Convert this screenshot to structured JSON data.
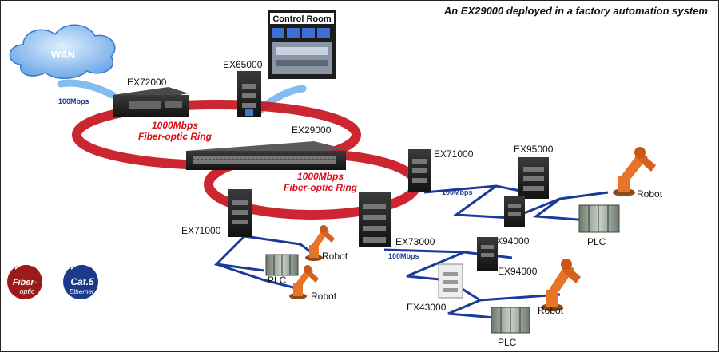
{
  "title": "An EX29000 deployed in a factory automation system",
  "wan_label": "WAN",
  "control_room_label": "Control Room",
  "devices": {
    "ex72000": "EX72000",
    "ex65000": "EX65000",
    "ex29000": "EX29000",
    "ex71000_right": "EX71000",
    "ex71000_left": "EX71000",
    "ex73000": "EX73000",
    "ex95000": "EX95000",
    "ex94000_upper": "EX94000",
    "ex94000_lower": "EX94000",
    "ex43000": "EX43000"
  },
  "links": {
    "wan_speed": "100Mbps",
    "ring1_speed": "1000Mbps",
    "ring1_type": "Fiber-optic Ring",
    "ring2_speed": "1000Mbps",
    "ring2_type": "Fiber-optic Ring",
    "ex71000_speed": "100Mbps",
    "ex73000_speed": "100Mbps"
  },
  "endpoints": {
    "robot_right": "Robot",
    "plc_right": "PLC",
    "robot_left_top": "Robot",
    "plc_left": "PLC",
    "robot_left_bottom": "Robot",
    "robot_bottom": "Robot",
    "plc_bottom": "PLC"
  },
  "legend": {
    "fiber_line1": "Fiber-",
    "fiber_line2": "optic",
    "cat5_line1": "Cat.5",
    "cat5_line2": "Ethernet"
  },
  "colors": {
    "ring": "#c8141e",
    "ethernet": "#1c3a9a",
    "wan_cloud": "#6fa9e8",
    "robot": "#e8742a",
    "fiber_badge": "#9c1a1a",
    "cat5_badge": "#1c3a8a"
  }
}
